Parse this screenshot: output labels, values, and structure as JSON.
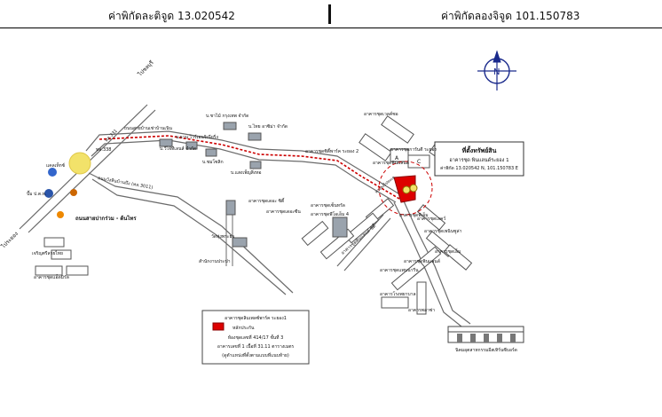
{
  "header": {
    "latitude_text": "ค่าพิกัดละติจูด 13.020542",
    "longitude_text": "ค่าพิกัดลองจิจูด 101.150783"
  },
  "compass": {
    "icon": "compass-icon"
  },
  "labels": {
    "road_top": "ไปชลบุรี",
    "road_left": "ไประยอง",
    "road_331": "ทล.331",
    "road_338": "ทล.338",
    "road_km": "ถนนสายบ้านเช่าบ้านเนิน",
    "road_pinthong": "ถนนวังหินบ้านบึง (ทล.3011)",
    "tech": "บ.ชาไม้ กรุงเทพ จำกัด",
    "tech2": "บ.ไทย อาซิม่า จำกัด",
    "tech3": "บ.ธาน ไวร์เอนจิเนียริ่ง",
    "tech4": "บ.วีไจ้ทีเลนส์ จำกัด",
    "tech5": "บ.ชมโซลิก",
    "tech6": "บ.แสงเพ็ญสิ่งทอ",
    "caltex": "แคลเท็กซ์",
    "pump": "ปั๊ม ป.ต.ท.",
    "junction_name": "ถนนสายปากร่วม - ต้นไทร",
    "village": "เจริญศรีลายไทย",
    "estate": "อาคารชุดแอ็ดมิรัล",
    "market": "วัดทุ่งพระยา",
    "office_road": "สำนักงานประปา",
    "estate_top": "อาคารชุดเวลค์ซอ",
    "estate_tanthong": "อาคารชุดการันตี ระยอง",
    "estate_pin": "อาคารชุดพินแลนด์",
    "condo_mini": "อาคารชุดซิตี้พาร์ค ระยอง 2",
    "target_bldg": "อาคารชุดพีเอ็ม",
    "a_label": "A",
    "c_label": "C",
    "seaview": "ทางลงไปทะเล",
    "blockA": "อาคารชุดเซ็นทรัล",
    "blockB": "อาคารชุดพีโอเอ็ม 4",
    "blockC": "อาคารชุดพินแลนด์ ซิตี้",
    "blockD": "อาคารชุดเพนินซูล่า",
    "bldg_lower1": "อาคารชุดเลคว์",
    "bldg_lower2": "อาคารชุดเอ็ม",
    "bldg_lower3": "อาคารชุดแพนนารีน",
    "bldg_lower4": "อาคารชุดพินแลนด์",
    "industrial": "นิคมอุตสาหกรรมอีสเทิร์นซีบอร์ด",
    "hospital": "อาคารโรงพยาบาล",
    "plaza": "อาคารพลาซ่า",
    "smalltag1": "อาคารชุดเดอะ ซิตี้",
    "smalltag2": "อาคารชุดเดอะซีน"
  },
  "info_box": {
    "title": "ที่ตั้งทรัพย์สิน",
    "line1": "อาคารชุด พินแลนด์ระยอง 1",
    "line2": "ค่าพิกัด 13.020542 N, 101.150783 E"
  },
  "legend": {
    "line1": "อาคารชุดลิมเพลซ์พาร์ค ระยอง1",
    "line2": "หลักประกัน",
    "line3": "ห้องชุดเลขที่ 414/17 ชั้นที่ 3",
    "line4": "อาคารเลขที่ 1 เนื้อที่ 31.11 ตารางเมตร",
    "line5": "(ดูตำแหน่งที่ตั้งตามแบบที่แนบท้าย)"
  },
  "colors": {
    "road": "#6b6b6b",
    "route": "#cc0000",
    "marker": "#dd0000",
    "junction": "#f2e26a",
    "compass": "#1a2a8c"
  }
}
